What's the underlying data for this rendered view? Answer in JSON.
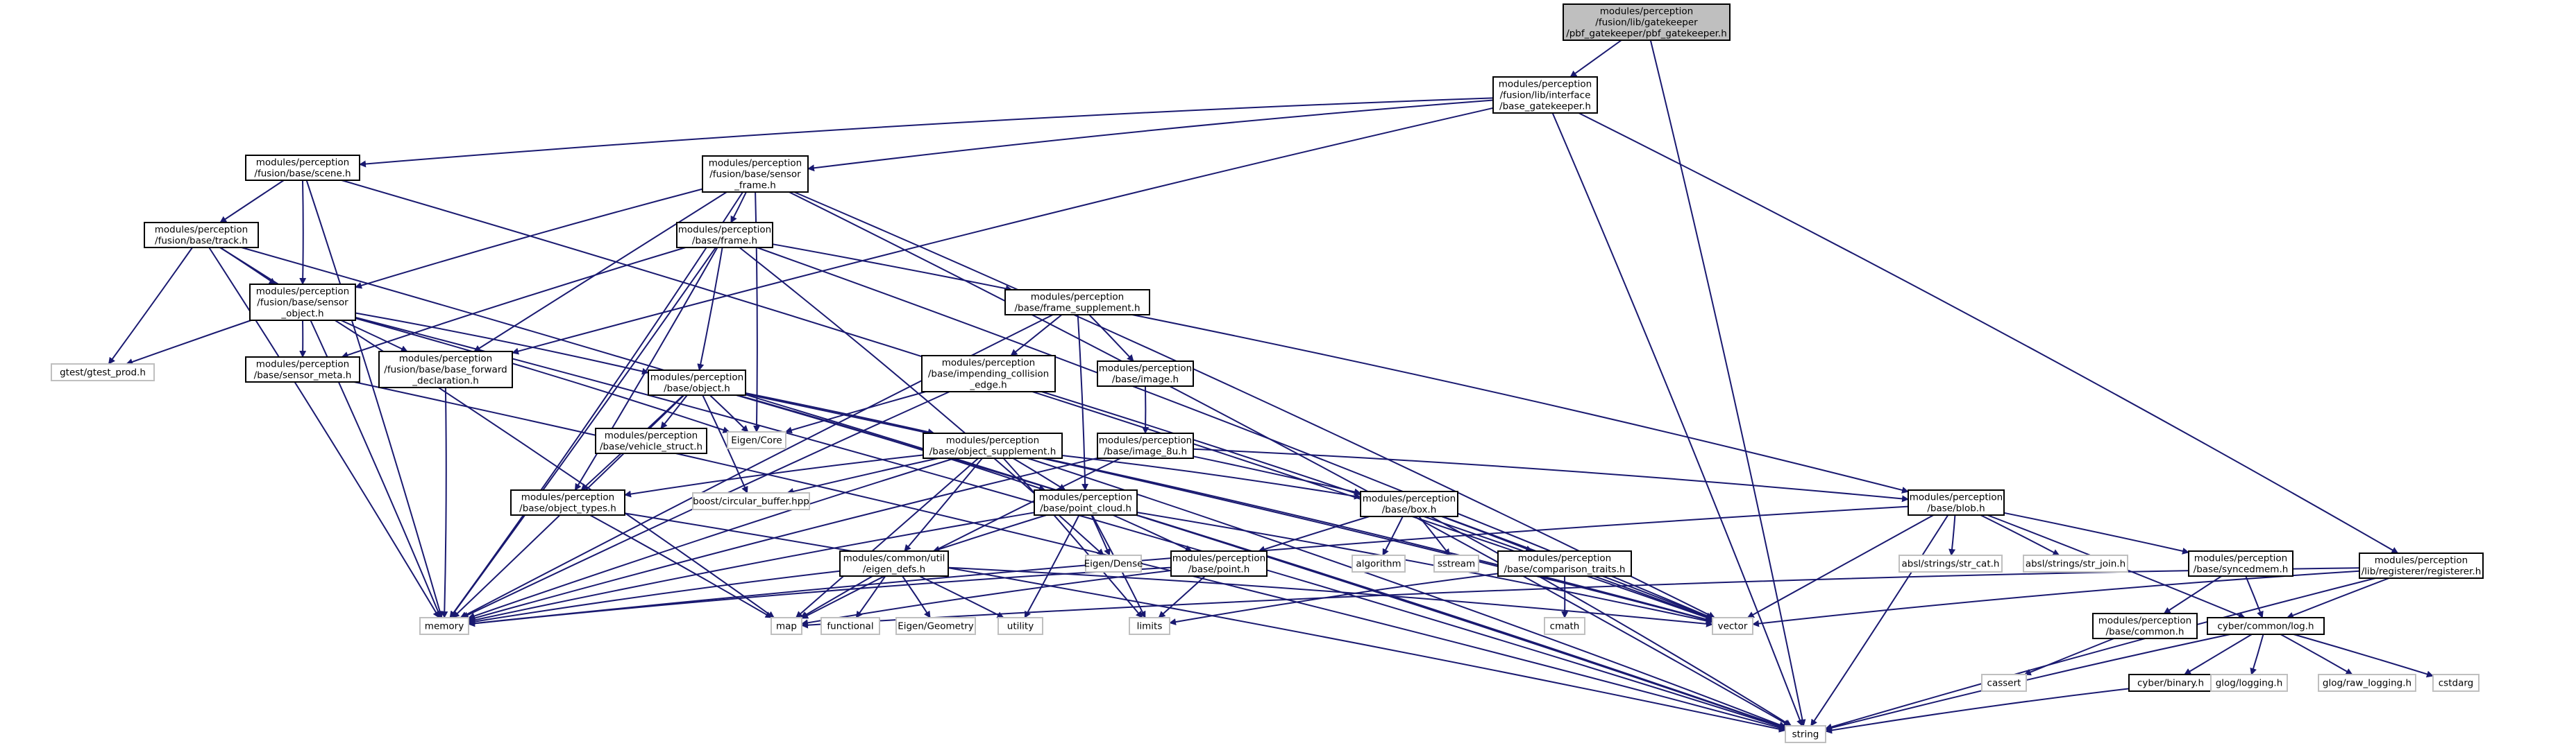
{
  "colors": {
    "root_fill": "#bfbfbf",
    "node_fill": "#ffffff",
    "node_stroke": "#000000",
    "ext_stroke": "#bfbfbf",
    "text": "#000000",
    "edge": "#191970"
  },
  "nodes": [
    {
      "id": "root",
      "kind": "root",
      "lines": [
        "modules/perception",
        "/fusion/lib/gatekeeper",
        "/pbf_gatekeeper/pbf_gatekeeper.h"
      ]
    },
    {
      "id": "base_gatekeeper",
      "kind": "file",
      "lines": [
        "modules/perception",
        "/fusion/lib/interface",
        "/base_gatekeeper.h"
      ]
    },
    {
      "id": "scene",
      "kind": "file",
      "lines": [
        "modules/perception",
        "/fusion/base/scene.h"
      ]
    },
    {
      "id": "sensor_frame",
      "kind": "file",
      "lines": [
        "modules/perception",
        "/fusion/base/sensor",
        "_frame.h"
      ]
    },
    {
      "id": "track",
      "kind": "file",
      "lines": [
        "modules/perception",
        "/fusion/base/track.h"
      ]
    },
    {
      "id": "frame",
      "kind": "file",
      "lines": [
        "modules/perception",
        "/base/frame.h"
      ]
    },
    {
      "id": "sensor_object",
      "kind": "file",
      "lines": [
        "modules/perception",
        "/fusion/base/sensor",
        "_object.h"
      ]
    },
    {
      "id": "frame_supplement",
      "kind": "file",
      "lines": [
        "modules/perception",
        "/base/frame_supplement.h"
      ]
    },
    {
      "id": "gtest",
      "kind": "ext",
      "lines": [
        "gtest/gtest_prod.h"
      ]
    },
    {
      "id": "sensor_meta",
      "kind": "file",
      "lines": [
        "modules/perception",
        "/base/sensor_meta.h"
      ]
    },
    {
      "id": "base_forward",
      "kind": "file",
      "lines": [
        "modules/perception",
        "/fusion/base/base_forward",
        "_declaration.h"
      ]
    },
    {
      "id": "object",
      "kind": "file",
      "lines": [
        "modules/perception",
        "/base/object.h"
      ]
    },
    {
      "id": "impending",
      "kind": "file",
      "lines": [
        "modules/perception",
        "/base/impending_collision",
        "_edge.h"
      ]
    },
    {
      "id": "image",
      "kind": "file",
      "lines": [
        "modules/perception",
        "/base/image.h"
      ]
    },
    {
      "id": "eigen_core",
      "kind": "ext",
      "lines": [
        "Eigen/Core"
      ]
    },
    {
      "id": "vehicle_struct",
      "kind": "file",
      "lines": [
        "modules/perception",
        "/base/vehicle_struct.h"
      ]
    },
    {
      "id": "object_supplement",
      "kind": "file",
      "lines": [
        "modules/perception",
        "/base/object_supplement.h"
      ]
    },
    {
      "id": "image_8u",
      "kind": "file",
      "lines": [
        "modules/perception",
        "/base/image_8u.h"
      ]
    },
    {
      "id": "object_types",
      "kind": "file",
      "lines": [
        "modules/perception",
        "/base/object_types.h"
      ]
    },
    {
      "id": "circular_buffer",
      "kind": "ext",
      "lines": [
        "boost/circular_buffer.hpp"
      ]
    },
    {
      "id": "point_cloud",
      "kind": "file",
      "lines": [
        "modules/perception",
        "/base/point_cloud.h"
      ]
    },
    {
      "id": "box",
      "kind": "file",
      "lines": [
        "modules/perception",
        "/base/box.h"
      ]
    },
    {
      "id": "blob",
      "kind": "file",
      "lines": [
        "modules/perception",
        "/base/blob.h"
      ]
    },
    {
      "id": "eigen_defs",
      "kind": "file",
      "lines": [
        "modules/common/util",
        "/eigen_defs.h"
      ]
    },
    {
      "id": "eigen_dense",
      "kind": "ext",
      "lines": [
        "Eigen/Dense"
      ]
    },
    {
      "id": "point",
      "kind": "file",
      "lines": [
        "modules/perception",
        "/base/point.h"
      ]
    },
    {
      "id": "algorithm",
      "kind": "ext",
      "lines": [
        "algorithm"
      ]
    },
    {
      "id": "sstream",
      "kind": "ext",
      "lines": [
        "sstream"
      ]
    },
    {
      "id": "comparison",
      "kind": "file",
      "lines": [
        "modules/perception",
        "/base/comparison_traits.h"
      ]
    },
    {
      "id": "str_cat",
      "kind": "ext",
      "lines": [
        "absl/strings/str_cat.h"
      ]
    },
    {
      "id": "str_join",
      "kind": "ext",
      "lines": [
        "absl/strings/str_join.h"
      ]
    },
    {
      "id": "syncedmem",
      "kind": "file",
      "lines": [
        "modules/perception",
        "/base/syncedmem.h"
      ]
    },
    {
      "id": "registerer",
      "kind": "file",
      "lines": [
        "modules/perception",
        "/lib/registerer/registerer.h"
      ]
    },
    {
      "id": "memory",
      "kind": "ext",
      "lines": [
        "memory"
      ]
    },
    {
      "id": "map",
      "kind": "ext",
      "lines": [
        "map"
      ]
    },
    {
      "id": "functional",
      "kind": "ext",
      "lines": [
        "functional"
      ]
    },
    {
      "id": "eigen_geometry",
      "kind": "ext",
      "lines": [
        "Eigen/Geometry"
      ]
    },
    {
      "id": "utility",
      "kind": "ext",
      "lines": [
        "utility"
      ]
    },
    {
      "id": "limits",
      "kind": "ext",
      "lines": [
        "limits"
      ]
    },
    {
      "id": "vector",
      "kind": "ext",
      "lines": [
        "vector"
      ]
    },
    {
      "id": "cmath",
      "kind": "ext",
      "lines": [
        "cmath"
      ]
    },
    {
      "id": "common",
      "kind": "file",
      "lines": [
        "modules/perception",
        "/base/common.h"
      ]
    },
    {
      "id": "log",
      "kind": "file",
      "lines": [
        "cyber/common/log.h"
      ]
    },
    {
      "id": "cassert",
      "kind": "ext",
      "lines": [
        "cassert"
      ]
    },
    {
      "id": "binary",
      "kind": "file",
      "lines": [
        "cyber/binary.h"
      ]
    },
    {
      "id": "glog_logging",
      "kind": "ext",
      "lines": [
        "glog/logging.h"
      ]
    },
    {
      "id": "glog_raw",
      "kind": "ext",
      "lines": [
        "glog/raw_logging.h"
      ]
    },
    {
      "id": "cstdarg",
      "kind": "ext",
      "lines": [
        "cstdarg"
      ]
    },
    {
      "id": "string",
      "kind": "ext",
      "lines": [
        "string"
      ]
    }
  ],
  "edges": [
    [
      "root",
      "base_gatekeeper"
    ],
    [
      "root",
      "string"
    ],
    [
      "base_gatekeeper",
      "scene"
    ],
    [
      "base_gatekeeper",
      "sensor_frame"
    ],
    [
      "base_gatekeeper",
      "base_forward"
    ],
    [
      "base_gatekeeper",
      "registerer"
    ],
    [
      "base_gatekeeper",
      "string"
    ],
    [
      "scene",
      "track"
    ],
    [
      "scene",
      "sensor_object"
    ],
    [
      "scene",
      "memory"
    ],
    [
      "scene",
      "vector"
    ],
    [
      "sensor_frame",
      "frame"
    ],
    [
      "sensor_frame",
      "sensor_object"
    ],
    [
      "sensor_frame",
      "base_forward"
    ],
    [
      "sensor_frame",
      "eigen_core"
    ],
    [
      "sensor_frame",
      "memory"
    ],
    [
      "sensor_frame",
      "vector"
    ],
    [
      "sensor_frame",
      "string"
    ],
    [
      "track",
      "sensor_object"
    ],
    [
      "track",
      "gtest"
    ],
    [
      "track",
      "memory"
    ],
    [
      "track",
      "map"
    ],
    [
      "track",
      "string"
    ],
    [
      "frame",
      "frame_supplement"
    ],
    [
      "frame",
      "sensor_meta"
    ],
    [
      "frame",
      "object"
    ],
    [
      "frame",
      "object_types"
    ],
    [
      "frame",
      "eigen_dense"
    ],
    [
      "frame",
      "memory"
    ],
    [
      "frame",
      "vector"
    ],
    [
      "sensor_object",
      "sensor_meta"
    ],
    [
      "sensor_object",
      "base_forward"
    ],
    [
      "sensor_object",
      "object"
    ],
    [
      "sensor_object",
      "gtest"
    ],
    [
      "sensor_object",
      "eigen_core"
    ],
    [
      "sensor_object",
      "memory"
    ],
    [
      "sensor_object",
      "string"
    ],
    [
      "frame_supplement",
      "impending"
    ],
    [
      "frame_supplement",
      "image"
    ],
    [
      "frame_supplement",
      "point_cloud"
    ],
    [
      "frame_supplement",
      "blob"
    ],
    [
      "frame_supplement",
      "memory"
    ],
    [
      "sensor_meta",
      "string"
    ],
    [
      "base_forward",
      "memory"
    ],
    [
      "object",
      "vehicle_struct"
    ],
    [
      "object",
      "object_supplement"
    ],
    [
      "object",
      "object_types"
    ],
    [
      "object",
      "point_cloud"
    ],
    [
      "object",
      "circular_buffer"
    ],
    [
      "object",
      "eigen_core"
    ],
    [
      "object",
      "vector"
    ],
    [
      "object",
      "memory"
    ],
    [
      "object",
      "string"
    ],
    [
      "impending",
      "eigen_core"
    ],
    [
      "impending",
      "memory"
    ],
    [
      "impending",
      "vector"
    ],
    [
      "image",
      "image_8u"
    ],
    [
      "object_supplement",
      "object_types"
    ],
    [
      "object_supplement",
      "point_cloud"
    ],
    [
      "object_supplement",
      "box"
    ],
    [
      "object_supplement",
      "eigen_defs"
    ],
    [
      "object_supplement",
      "circular_buffer"
    ],
    [
      "object_supplement",
      "memory"
    ],
    [
      "object_supplement",
      "map"
    ],
    [
      "object_supplement",
      "vector"
    ],
    [
      "object_supplement",
      "limits"
    ],
    [
      "object_supplement",
      "string"
    ],
    [
      "image_8u",
      "blob"
    ],
    [
      "image_8u",
      "box"
    ],
    [
      "image_8u",
      "map"
    ],
    [
      "image_8u",
      "memory"
    ],
    [
      "object_types",
      "map"
    ],
    [
      "object_types",
      "string"
    ],
    [
      "point_cloud",
      "point"
    ],
    [
      "point_cloud",
      "eigen_defs"
    ],
    [
      "point_cloud",
      "eigen_dense"
    ],
    [
      "point_cloud",
      "utility"
    ],
    [
      "point_cloud",
      "limits"
    ],
    [
      "point_cloud",
      "vector"
    ],
    [
      "point_cloud",
      "memory"
    ],
    [
      "box",
      "point"
    ],
    [
      "box",
      "comparison"
    ],
    [
      "box",
      "algorithm"
    ],
    [
      "box",
      "sstream"
    ],
    [
      "box",
      "string"
    ],
    [
      "box",
      "vector"
    ],
    [
      "blob",
      "syncedmem"
    ],
    [
      "blob",
      "log"
    ],
    [
      "blob",
      "str_cat"
    ],
    [
      "blob",
      "str_join"
    ],
    [
      "blob",
      "memory"
    ],
    [
      "blob",
      "vector"
    ],
    [
      "blob",
      "string"
    ],
    [
      "eigen_defs",
      "map"
    ],
    [
      "eigen_defs",
      "functional"
    ],
    [
      "eigen_defs",
      "eigen_geometry"
    ],
    [
      "eigen_defs",
      "utility"
    ],
    [
      "eigen_defs",
      "vector"
    ],
    [
      "eigen_defs",
      "memory"
    ],
    [
      "point",
      "limits"
    ],
    [
      "point",
      "memory"
    ],
    [
      "point",
      "map"
    ],
    [
      "comparison",
      "cmath"
    ],
    [
      "comparison",
      "limits"
    ],
    [
      "syncedmem",
      "common"
    ],
    [
      "syncedmem",
      "log"
    ],
    [
      "registerer",
      "log"
    ],
    [
      "registerer",
      "vector"
    ],
    [
      "registerer",
      "map"
    ],
    [
      "registerer",
      "string"
    ],
    [
      "common",
      "cassert"
    ],
    [
      "log",
      "binary"
    ],
    [
      "log",
      "glog_logging"
    ],
    [
      "log",
      "glog_raw"
    ],
    [
      "log",
      "cstdarg"
    ],
    [
      "log",
      "string"
    ],
    [
      "binary",
      "string"
    ]
  ]
}
